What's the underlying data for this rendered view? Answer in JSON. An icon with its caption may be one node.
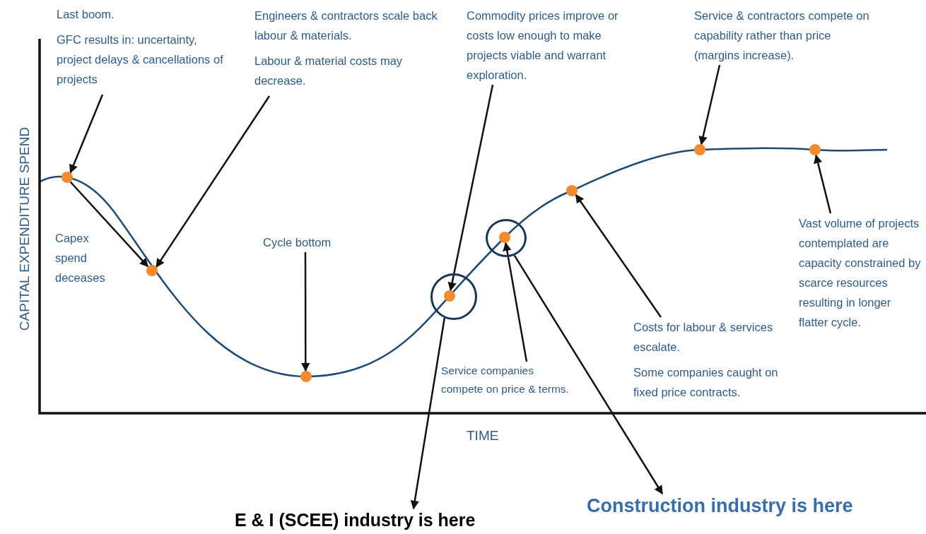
{
  "diagram": {
    "nodes": [
      {
        "text": [
          "Last boom.",
          "GFC results in: uncertainty, project delays & cancellations of projects"
        ]
      },
      {
        "text": [],
        "shape": "circle"
      },
      {
        "text": [
          "Capex spend deceases"
        ]
      },
      {
        "text": [],
        "shape": "circle"
      },
      {
        "text": [
          "Engineers & contractors scale back labour & materials.",
          "Labour & material costs may decrease."
        ]
      },
      {
        "text": [
          "Cycle bottom"
        ]
      },
      {
        "text": [],
        "shape": "circle"
      },
      {
        "text": [
          "Commodity prices improve or costs low enough to make projects viable and warrant exploration."
        ]
      },
      {
        "text": [],
        "shape": "circle"
      },
      {
        "text": [],
        "shape": "circle",
        "in": 8
      },
      {
        "text": [],
        "shape": "circle"
      },
      {
        "text": [],
        "shape": "circle",
        "in": 10
      },
      {
        "text": [
          "Service companies compete on price & terms."
        ]
      },
      {
        "text": [],
        "shape": "circle"
      },
      {
        "text": [
          "Costs for labour & services escalate.",
          "Some companies caught on fixed price contracts."
        ]
      },
      {
        "text": [],
        "shape": "circle"
      },
      {
        "text": [
          "Service & contractors compete on capability rather than price (margins increase)."
        ]
      },
      {
        "text": [],
        "shape": "circle"
      },
      {
        "text": [
          "Vast volume of projects contemplated are capacity constrained by scarce resources resulting in longer flatter cycle."
        ]
      },
      {
        "text": [
          "E & I (SCEE) industry is here"
        ]
      },
      {
        "text": [
          "Construction industry is here"
        ]
      }
    ],
    "edges": [
      {
        "from": 0,
        "to": 1,
        "arrow": "to"
      },
      {
        "from": 1,
        "to": 3,
        "arrow": "to"
      },
      {
        "from": 4,
        "to": 3,
        "arrow": "to"
      },
      {
        "from": 5,
        "to": 6,
        "arrow": "to"
      },
      {
        "from": 7,
        "to": 9,
        "arrow": "to"
      },
      {
        "from": 12,
        "to": 11,
        "arrow": "to"
      },
      {
        "from": 14,
        "to": 13,
        "arrow": "to"
      },
      {
        "from": 16,
        "to": 15,
        "arrow": "to"
      },
      {
        "from": 18,
        "to": 17,
        "arrow": "to"
      },
      {
        "from": 8,
        "to": 19,
        "arrow": "to"
      },
      {
        "from": 10,
        "to": 20,
        "arrow": "to"
      }
    ],
    "labels": [
      "CAPITAL EXPENDITURE SPEND",
      "TIME"
    ]
  }
}
